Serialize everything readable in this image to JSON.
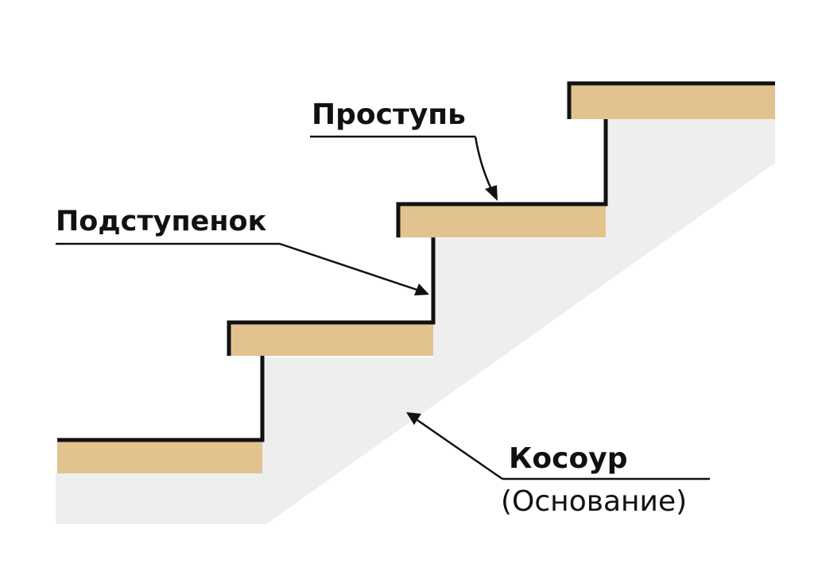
{
  "labels": {
    "tread": "Проступь",
    "riser": "Подступенок",
    "stringer": "Косоур",
    "stringer_note": "(Основание)"
  },
  "colors": {
    "board_fill": "#e2c28f",
    "stringer_fill": "#eeeeee",
    "outline": "#111111",
    "background": "#ffffff"
  }
}
